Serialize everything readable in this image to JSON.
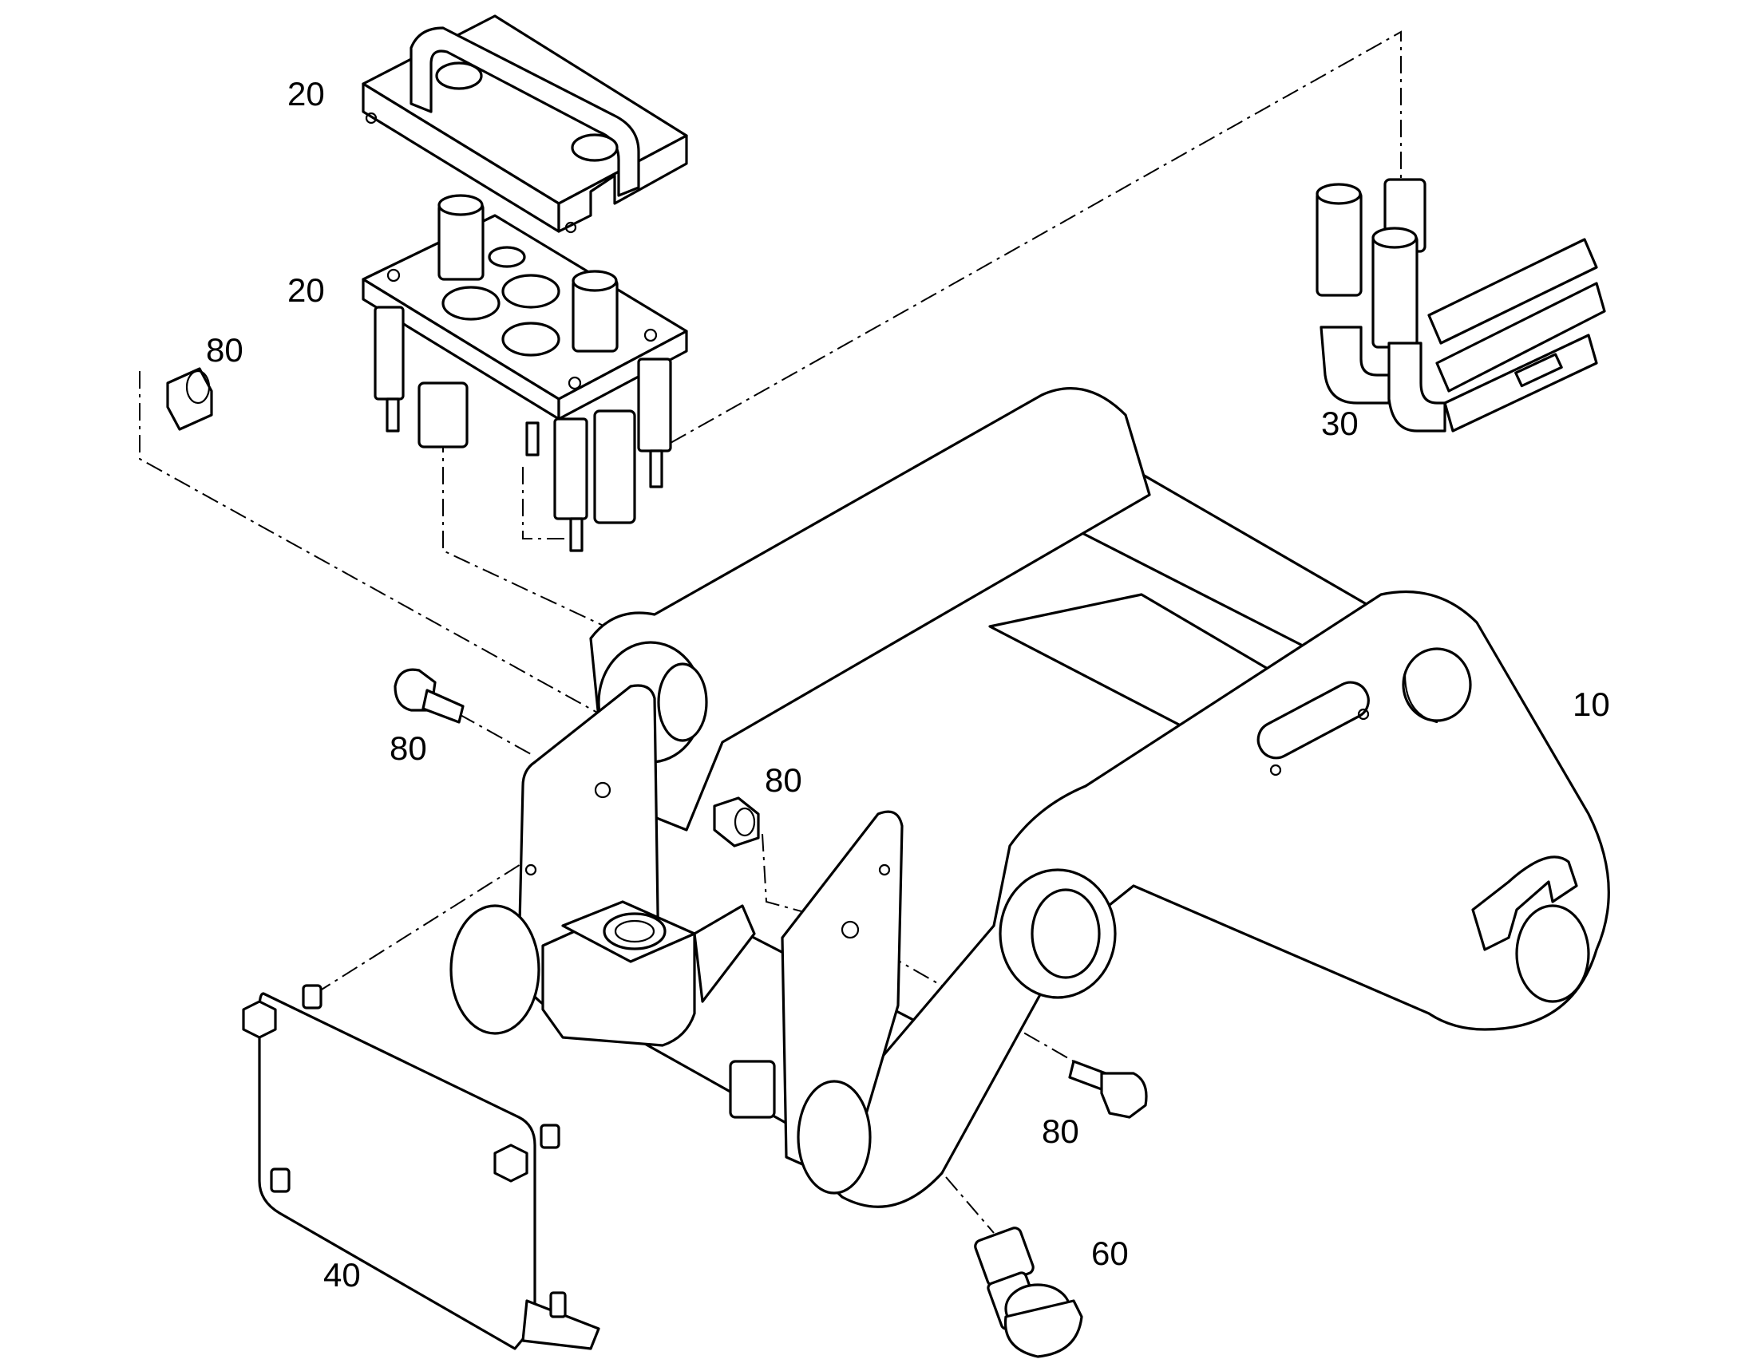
{
  "diagram": {
    "style": "exploded-view line drawing",
    "line_color": "#000000",
    "background": "#ffffff",
    "callouts": [
      {
        "id": "frame",
        "label": "10"
      },
      {
        "id": "coupling-cover",
        "label": "20"
      },
      {
        "id": "coupling-block",
        "label": "20"
      },
      {
        "id": "hose-assembly",
        "label": "30"
      },
      {
        "id": "cover-plate",
        "label": "40"
      },
      {
        "id": "connector",
        "label": "60"
      },
      {
        "id": "nut-upper-left",
        "label": "80"
      },
      {
        "id": "bolt-left",
        "label": "80"
      },
      {
        "id": "nut-center",
        "label": "80"
      },
      {
        "id": "bolt-right",
        "label": "80"
      }
    ]
  }
}
